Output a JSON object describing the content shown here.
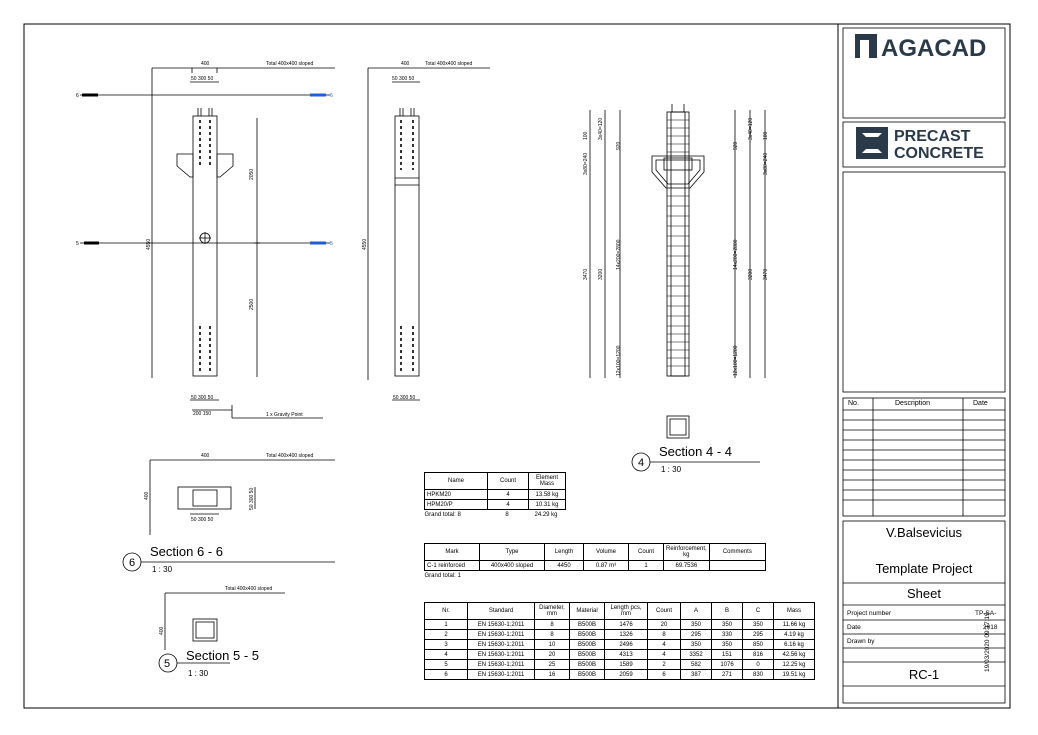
{
  "dims": {
    "total_note": "Total 400x400 sloped",
    "w400": "400",
    "w50_300_50": "50 300 50",
    "h2050": "2050",
    "h2500": "2500",
    "h4550": "4550",
    "h200_150": "200 150",
    "gravity": "1 x Gravity Point",
    "lv6": "6",
    "lv5": "5",
    "h400": "400",
    "h50_300_50": "50 300 50",
    "r100": "100",
    "r920": "920",
    "r3040": "3x80=240",
    "r3200": "3200",
    "r3470": "3470",
    "r3x40": "3x40=120",
    "r14": "14x200=2800",
    "r12": "12x100=1200"
  },
  "views": {
    "s66_num": "6",
    "s66_title": "Section 6 -  6",
    "s66_scale": "1 : 30",
    "s55_num": "5",
    "s55_title": "Section 5 -  5",
    "s55_scale": "1 : 30",
    "s44_num": "4",
    "s44_title": "Section 4 -  4",
    "s44_scale": "1 : 30"
  },
  "element_schedule": {
    "headers": [
      "Name",
      "Count",
      "Element Mass"
    ],
    "rows": [
      [
        "HPKM20",
        "4",
        "13.58 kg"
      ],
      [
        "HPM20/P",
        "4",
        "10.31 kg"
      ]
    ],
    "total": [
      "Grand total: 8",
      "8",
      "24.29 kg"
    ]
  },
  "mark_schedule": {
    "headers": [
      "Mark",
      "Type",
      "Length",
      "Volume",
      "Count",
      "Reinforcement, kg",
      "Comments"
    ],
    "rows": [
      [
        "C-1 reinforced",
        "400x400 sloped",
        "4450",
        "0.87 m³",
        "1",
        "69.7536",
        ""
      ]
    ],
    "total": "Grand total: 1"
  },
  "rebar_schedule": {
    "headers": [
      "Nr.",
      "Standard",
      "Diameter, mm",
      "Material",
      "Length pcs, mm",
      "Count",
      "A",
      "B",
      "C",
      "Mass"
    ],
    "rows": [
      [
        "1",
        "EN 15630-1:2011",
        "8",
        "B500B",
        "1476",
        "20",
        "350",
        "350",
        "350",
        "11.66 kg"
      ],
      [
        "2",
        "EN 15630-1:2011",
        "8",
        "B500B",
        "1326",
        "8",
        "295",
        "330",
        "295",
        "4.19 kg"
      ],
      [
        "3",
        "EN 15630-1:2011",
        "10",
        "B500B",
        "2496",
        "4",
        "350",
        "350",
        "850",
        "6.16 kg"
      ],
      [
        "4",
        "EN 15630-1:2011",
        "20",
        "B500B",
        "4313",
        "4",
        "3352",
        "151",
        "816",
        "42.56 kg"
      ],
      [
        "5",
        "EN 15630-1:2011",
        "25",
        "B500B",
        "1589",
        "2",
        "582",
        "1076",
        "0",
        "12.25 kg"
      ],
      [
        "6",
        "EN 15630-1:2011",
        "16",
        "B500B",
        "2059",
        "6",
        "387",
        "271",
        "830",
        "19.51 kg"
      ]
    ]
  },
  "title_block": {
    "logo1_text": "AGACAD",
    "logo2_line1": "PRECAST",
    "logo2_line2": "CONCRETE",
    "rev_headers": [
      "No.",
      "Description",
      "Date"
    ],
    "author": "V.Balsevicius",
    "project": "Template Project",
    "sheet_name": "Sheet",
    "project_number_label": "Project number",
    "project_number_value": "TP-SA-",
    "date_label": "Date",
    "date_value": "2018",
    "drawn_by_label": "Drawn by",
    "sheet_number": "RC-1",
    "timestamp": "19/03/2020 09:17:19"
  },
  "colors": {
    "line": "#000000",
    "section_marker": "#1f5fd1",
    "logo_dark": "#2b3a48"
  }
}
